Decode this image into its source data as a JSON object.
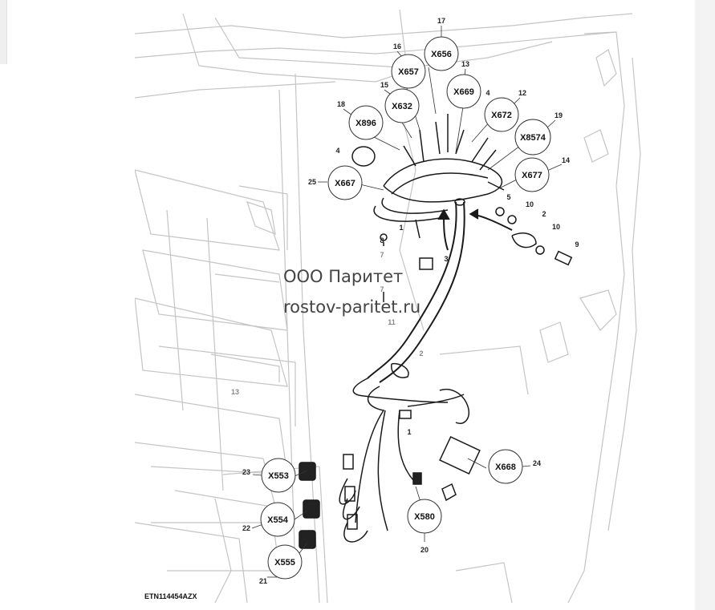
{
  "figure_id": "ETN114454AZX",
  "watermark": {
    "line1": "ООО Паритет",
    "line2": "rostov-paritet.ru"
  },
  "connectors": [
    {
      "code": "X656",
      "ref": "17"
    },
    {
      "code": "X657",
      "ref": "16"
    },
    {
      "code": "X669",
      "ref": "13"
    },
    {
      "code": "X632",
      "ref": "15"
    },
    {
      "code": "X672",
      "ref": "12"
    },
    {
      "code": "X896",
      "ref": "18"
    },
    {
      "code": "X8574",
      "ref": "19"
    },
    {
      "code": "X677",
      "ref": "14"
    },
    {
      "code": "X667",
      "ref": "25"
    },
    {
      "code": "X668",
      "ref": "24"
    },
    {
      "code": "X553",
      "ref": "23"
    },
    {
      "code": "X554",
      "ref": "22"
    },
    {
      "code": "X580",
      "ref": "20"
    },
    {
      "code": "X555",
      "ref": "21"
    }
  ],
  "callouts": [
    "4",
    "4",
    "5",
    "10",
    "2",
    "10",
    "9",
    "1",
    "8",
    "7",
    "3",
    "7",
    "11",
    "2",
    "1"
  ],
  "colors": {
    "line": "#1a1a1a",
    "ghost": "#c8c8c8",
    "bubble_fill": "#ffffff",
    "watermark": "#444444"
  }
}
